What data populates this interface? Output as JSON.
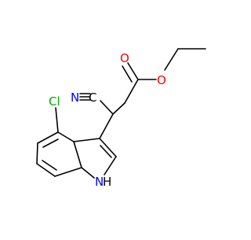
{
  "molecule": {
    "atom_labels": {
      "carbonyl_o": "O",
      "ester_o": "O",
      "chlorine": "Cl",
      "nitrile_n": "N",
      "nitrile_c": "C",
      "indole_n": "N",
      "indole_h": "H"
    },
    "colors": {
      "bond": "#000000",
      "oxygen": "#ff0000",
      "chlorine": "#00aa00",
      "nitrogen": "#0000ff",
      "carbon": "#000000"
    }
  }
}
